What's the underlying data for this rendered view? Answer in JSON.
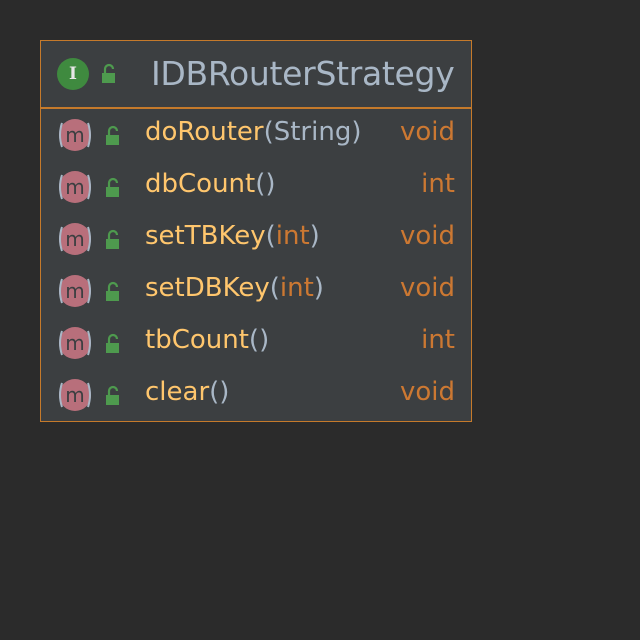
{
  "class": {
    "stereotype_icon": "interface-icon",
    "icon_letter": "I",
    "name": "IDBRouterStrategy",
    "colors": {
      "border": "#c57a2b",
      "background": "#3c3f41",
      "method_name": "#ffc66d",
      "keyword": "#cc7832",
      "text": "#a9b7c6"
    }
  },
  "methods": [
    {
      "name": "doRouter",
      "open": "(",
      "param": "String",
      "close": ")",
      "return": "void"
    },
    {
      "name": "dbCount",
      "open": "(",
      "param": "",
      "close": ")",
      "return": "int"
    },
    {
      "name": "setTBKey",
      "open": "(",
      "param": "int",
      "close": ")",
      "return": "void"
    },
    {
      "name": "setDBKey",
      "open": "(",
      "param": "int",
      "close": ")",
      "return": "void"
    },
    {
      "name": "tbCount",
      "open": "(",
      "param": "",
      "close": ")",
      "return": "int"
    },
    {
      "name": "clear",
      "open": "(",
      "param": "",
      "close": ")",
      "return": "void"
    }
  ]
}
